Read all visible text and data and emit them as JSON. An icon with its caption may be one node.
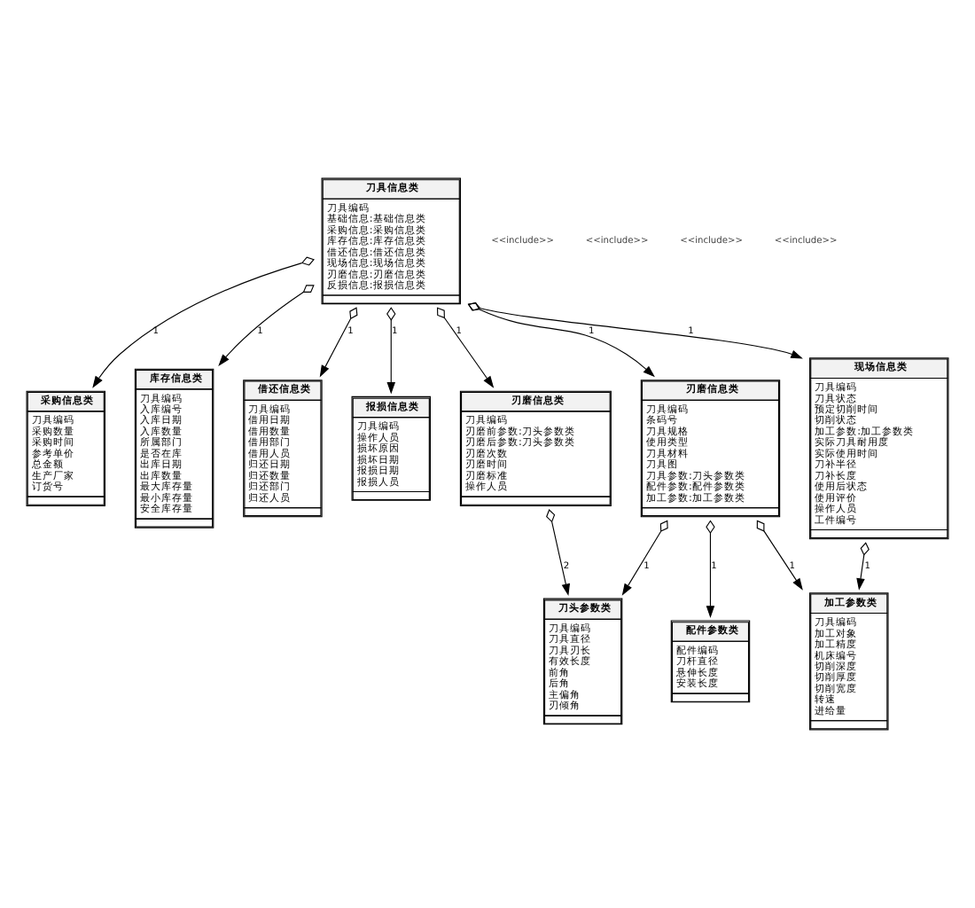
{
  "diagram": {
    "nodes": [
      {
        "text": [
          "采购信息类",
          "刀具编码",
          "采购数量",
          "采购时间",
          "参考单价",
          "总金额",
          "生产厂家",
          "订货号"
        ]
      },
      {
        "text": [
          "库存信息类",
          "刀具编码",
          "入库编号",
          "入库日期",
          "入库数量",
          "所属部门",
          "是否在库",
          "出库日期",
          "出库数量",
          "最大库存量",
          "最小库存量",
          "安全库存量"
        ]
      },
      {
        "text": [
          "借还信息类",
          "刀具编码",
          "借用日期",
          "借用数量",
          "借用部门",
          "借用人员",
          "归还日期",
          "归还数量",
          "归还部门",
          "归还人员"
        ]
      },
      {
        "text": [
          "报损信息类",
          "刀具编码",
          "操作人员",
          "损坏原因",
          "损坏日期",
          "报损日期",
          "报损人员"
        ]
      },
      {
        "text": [
          "刀具信息类",
          "刀具编码",
          "基础信息:基础信息类",
          "采购信息:采购信息类",
          "库存信息:库存信息类",
          "借还信息:借还信息类",
          "现场信息:现场信息类",
          "刃磨信息:刃磨信息类",
          "反损信息:报损信息类"
        ]
      },
      {
        "text": [
          "刃磨信息类",
          "刀具编码",
          "刃磨前参数:刀头参数类",
          "刃磨后参数:刀头参数类",
          "刃磨次数",
          "刃磨时间",
          "刃磨标准",
          "操作人员"
        ]
      },
      {
        "text": [
          "刃磨信息类",
          "刀具编码",
          "条码号",
          "刀具规格",
          "使用类型",
          "刀具材料",
          "刀具图",
          "刀具参数:刀头参数类",
          "配件参数:配件参数类",
          "加工参数:加工参数类"
        ]
      },
      {
        "text": [
          "现场信息类",
          "刀具编码",
          "刀具状态",
          "预定切削时间",
          "切削状态",
          "加工参数:加工参数类",
          "实际刀具耐用度",
          "实际使用时间",
          "刀补半径",
          "刀补长度",
          "使用后状态",
          "使用评价",
          "操作人员",
          "工件编号"
        ]
      },
      {
        "text": [
          "刀头参数类",
          "刀具编码",
          "刀具直径",
          "刀具刃长",
          "有效长度",
          "前角",
          "后角",
          "主偏角",
          "刃倾角"
        ]
      },
      {
        "text": [
          "配件参数类",
          "配件编码",
          "刀杆直径",
          "悬伸长度",
          "安装长度"
        ]
      },
      {
        "text": [
          "加工参数类",
          "刀具编码",
          "加工对象",
          "加工精度",
          "机床编号",
          "切削深度",
          "切削厚度",
          "切削宽度",
          "转速",
          "进给量"
        ]
      }
    ],
    "edges": [
      {
        "from": 4,
        "to": 0,
        "arrow": "to",
        "label": "1"
      },
      {
        "from": 4,
        "to": 1,
        "arrow": "to",
        "label": "1"
      },
      {
        "from": 4,
        "to": 2,
        "arrow": "to",
        "label": "1"
      },
      {
        "from": 4,
        "to": 3,
        "arrow": "to",
        "label": "1"
      },
      {
        "from": 4,
        "to": 5,
        "arrow": "to",
        "label": "1"
      },
      {
        "from": 4,
        "to": 6,
        "arrow": "to",
        "label": "1"
      },
      {
        "from": 4,
        "to": 7,
        "arrow": "to",
        "label": "1"
      },
      {
        "from": 6,
        "to": 8,
        "arrow": "to",
        "label": "1"
      },
      {
        "from": 6,
        "to": 9,
        "arrow": "to",
        "label": "1"
      },
      {
        "from": 6,
        "to": 10,
        "arrow": "to",
        "label": "1"
      },
      {
        "from": 5,
        "to": 8,
        "arrow": "to",
        "label": "2"
      },
      {
        "from": 7,
        "to": 10,
        "arrow": "to",
        "label": "1"
      }
    ],
    "labels": [
      "<<include>>",
      "<<include>>",
      "<<include>>",
      "<<include>>"
    ]
  }
}
